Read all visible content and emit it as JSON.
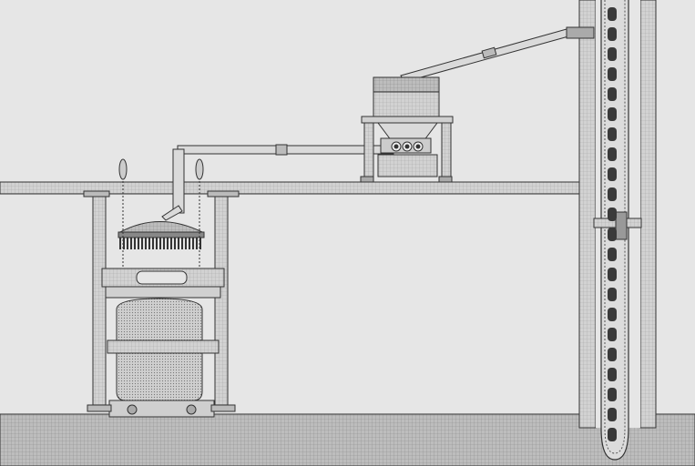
{
  "drawing": {
    "colors": {
      "background": "#e6e6e6",
      "hatch": "#c4c4c4",
      "ground": "#b8b8b8",
      "line": "#2a2a2a",
      "capsule": "#3a3a3a"
    },
    "components": [
      "floor-slab",
      "ground",
      "vertical-shaft",
      "capsule-tube",
      "upper-machine",
      "connecting-pipe",
      "lower-machine",
      "suspension-rods"
    ]
  }
}
